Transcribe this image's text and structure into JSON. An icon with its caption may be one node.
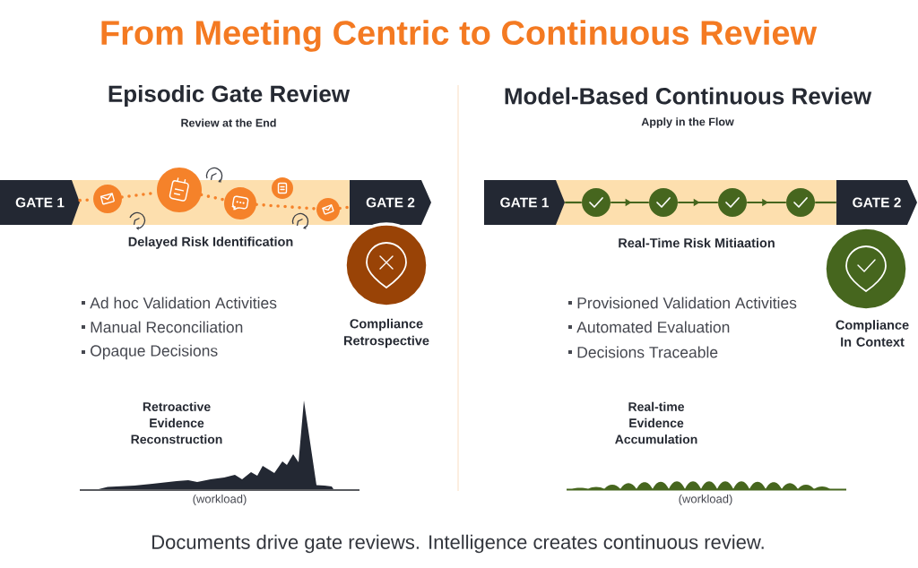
{
  "diagram": {
    "title": "From Meeting Centric to Continuous Review",
    "caption": "Documents drive gate reviews. Intelligence creates continuous review.",
    "nodes": [
      {
        "text": [
          "GATE 1"
        ]
      },
      {
        "text": [],
        "shape": "circle"
      },
      {
        "text": [],
        "shape": "circle"
      },
      {
        "text": [],
        "shape": "circle"
      },
      {
        "text": [],
        "shape": "circle"
      },
      {
        "text": [],
        "shape": "circle"
      },
      {
        "text": [
          "GATE 2"
        ]
      },
      {
        "text": [],
        "shape": "circle",
        "beside": [
          "Compliance Retrospective"
        ]
      },
      {
        "text": [
          "GATE 1"
        ]
      },
      {
        "text": [],
        "shape": "circle"
      },
      {
        "text": [],
        "shape": "circle"
      },
      {
        "text": [],
        "shape": "circle"
      },
      {
        "text": [],
        "shape": "circle"
      },
      {
        "text": [
          "GATE 2"
        ]
      },
      {
        "text": [],
        "shape": "circle",
        "beside": [
          "Compliance In Context"
        ]
      }
    ],
    "edges": [
      {
        "from": 0,
        "to": 1,
        "arrow": "none",
        "style": "dashed",
        "color": "#f5822a"
      },
      {
        "from": 1,
        "to": 2,
        "arrow": "none",
        "style": "dashed",
        "color": "#f5822a"
      },
      {
        "from": 2,
        "to": 3,
        "arrow": "none",
        "style": "dashed",
        "color": "#f5822a"
      },
      {
        "from": 3,
        "to": 5,
        "arrow": "none",
        "style": "dashed",
        "color": "#f5822a"
      },
      {
        "from": 5,
        "to": 6,
        "arrow": "none",
        "style": "dashed",
        "color": "#f5822a"
      },
      {
        "from": 8,
        "to": 9,
        "arrow": "none",
        "color": "#46661e"
      },
      {
        "from": 9,
        "to": 10,
        "arrow": "to",
        "color": "#46661e"
      },
      {
        "from": 10,
        "to": 11,
        "arrow": "to",
        "color": "#46661e"
      },
      {
        "from": 11,
        "to": 12,
        "arrow": "to",
        "color": "#46661e"
      },
      {
        "from": 12,
        "to": 13,
        "arrow": "none",
        "color": "#46661e"
      }
    ],
    "labels": [
      "Episodic Gate Review",
      "Review at the End",
      "Model-Based Continuous Review",
      "Apply in the Flow",
      "Delayed Risk Identification",
      "Real-Time Risk Mitiaation",
      "Ad hoc Validation Activities",
      "Provisioned Validation Activities",
      "Manual Reconciliation",
      "Automated Evaluation",
      "Opaque Decisions",
      "Decisions Traceable",
      "Retroactive Evidence Reconstruction",
      "Real-time Evidence Accumulation",
      "(workload)",
      "(workload)"
    ]
  }
}
